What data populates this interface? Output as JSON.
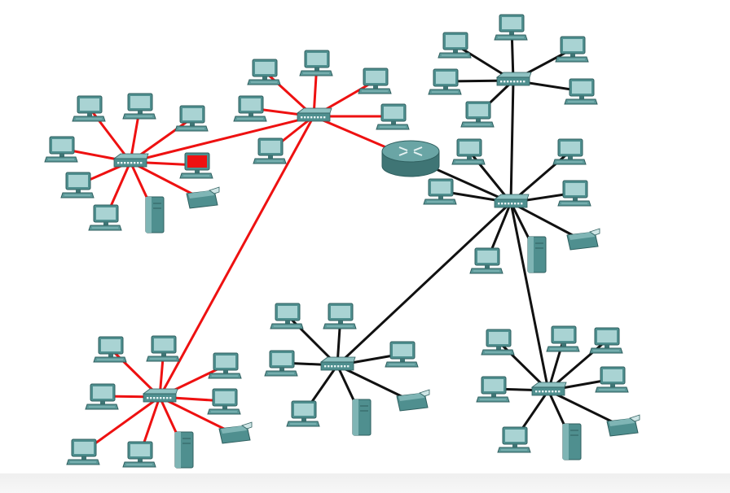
{
  "colors": {
    "highlight_link": "#ee1111",
    "normal_link": "#111111",
    "device_body": "#4f8f8f",
    "device_screen": "#a9d3d3",
    "alert_screen": "#ee1111",
    "router": "#4f8a8a",
    "footer_band": "#efefef"
  },
  "icons": {
    "pc": "pc-icon",
    "switch": "switch-icon",
    "router": "router-icon",
    "server": "server-icon",
    "printer": "printer-icon"
  },
  "network": {
    "hubs": [
      {
        "id": "hub-left",
        "highlight": true,
        "pcs": [
          [
            110,
            133,
            false
          ],
          [
            172,
            130,
            false
          ],
          [
            236,
            145,
            false
          ],
          [
            76,
            183,
            false
          ],
          [
            96,
            227,
            false
          ],
          [
            130,
            267,
            false
          ],
          [
            242,
            203,
            true
          ]
        ],
        "servers": [
          [
            190,
            264
          ]
        ],
        "printers": [
          [
            247,
            244
          ]
        ]
      },
      {
        "id": "hub-top",
        "highlight": true,
        "pcs": [
          [
            325,
            88,
            false
          ],
          [
            389,
            77,
            false
          ],
          [
            461,
            99,
            false
          ],
          [
            308,
            133,
            false
          ],
          [
            483,
            143,
            false
          ],
          [
            332,
            185,
            false
          ]
        ],
        "servers": [],
        "printers": []
      },
      {
        "id": "hub-bottom-left",
        "highlight": true,
        "pcs": [
          [
            136,
            429,
            false
          ],
          [
            201,
            428,
            false
          ],
          [
            277,
            449,
            false
          ],
          [
            126,
            487,
            false
          ],
          [
            276,
            493,
            false
          ],
          [
            103,
            555,
            false
          ],
          [
            172,
            558,
            false
          ]
        ],
        "servers": [
          [
            226,
            553
          ]
        ],
        "printers": [
          [
            287,
            533
          ]
        ]
      },
      {
        "id": "hub-top-right",
        "highlight": false,
        "pcs": [
          [
            559,
            55,
            false
          ],
          [
            628,
            33,
            false
          ],
          [
            703,
            60,
            false
          ],
          [
            547,
            100,
            false
          ],
          [
            714,
            112,
            false
          ],
          [
            587,
            140,
            false
          ]
        ],
        "servers": [],
        "printers": []
      },
      {
        "id": "hub-center-right",
        "highlight": false,
        "pcs": [
          [
            576,
            186,
            false
          ],
          [
            700,
            186,
            false
          ],
          [
            541,
            235,
            false
          ],
          [
            706,
            237,
            false
          ],
          [
            598,
            320,
            false
          ]
        ],
        "servers": [
          [
            659,
            313
          ]
        ],
        "printers": [
          [
            714,
            295
          ]
        ]
      },
      {
        "id": "hub-bottom-center",
        "highlight": false,
        "pcs": [
          [
            353,
            388,
            false
          ],
          [
            418,
            388,
            false
          ],
          [
            346,
            446,
            false
          ],
          [
            494,
            435,
            false
          ],
          [
            373,
            508,
            false
          ]
        ],
        "servers": [
          [
            444,
            513
          ]
        ],
        "printers": [
          [
            505,
            493
          ]
        ]
      },
      {
        "id": "hub-bottom-right",
        "highlight": false,
        "pcs": [
          [
            612,
            420,
            false
          ],
          [
            692,
            416,
            false
          ],
          [
            745,
            418,
            false
          ],
          [
            606,
            478,
            false
          ],
          [
            752,
            466,
            false
          ],
          [
            632,
            540,
            false
          ]
        ],
        "servers": [
          [
            702,
            543
          ]
        ],
        "printers": [
          [
            763,
            524
          ]
        ]
      }
    ],
    "router": {
      "id": "router-main"
    },
    "backbone": [
      [
        "hub-left",
        "hub-top",
        true
      ],
      [
        "hub-top",
        "router-main",
        true
      ],
      [
        "hub-top",
        "hub-bottom-left",
        true
      ],
      [
        "router-main",
        "hub-center-right",
        false
      ],
      [
        "hub-top-right",
        "hub-center-right",
        false
      ],
      [
        "hub-center-right",
        "hub-bottom-center",
        false
      ],
      [
        "hub-center-right",
        "hub-bottom-right",
        false
      ]
    ]
  }
}
